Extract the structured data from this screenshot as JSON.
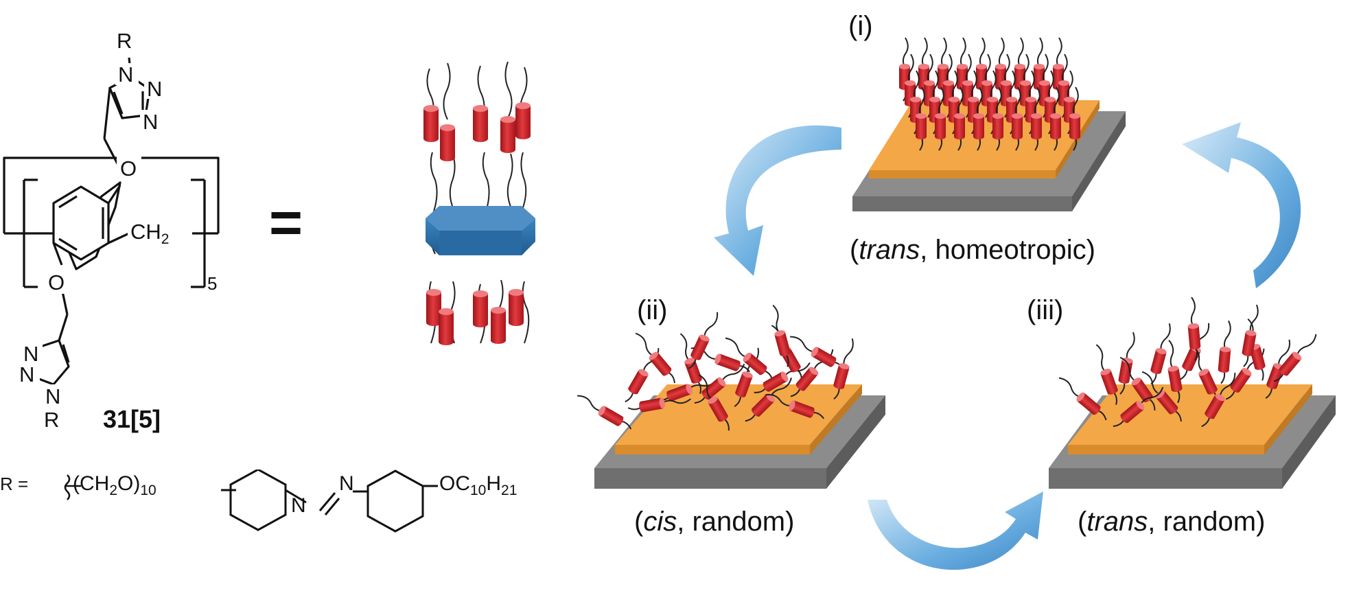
{
  "structure": {
    "compound_label": "31[5]",
    "repeat_subscript": "5",
    "r_label_top": "R",
    "r_label_bottom": "R",
    "n1_top": "N",
    "n2_top": "N",
    "n3_top": "N",
    "n1_bottom": "N",
    "n2_bottom": "N",
    "n3_bottom": "N",
    "oxygen_top": "O",
    "oxygen_bottom": "O",
    "bridge_text": "CH",
    "bridge_subscript": "2"
  },
  "r_group": {
    "prefix": "R =",
    "chain_text": "(CH",
    "chain_sub": "2",
    "chain_text2": "O)",
    "chain_count": "10",
    "azo_n1": "N",
    "azo_n2": "N",
    "tail_text": "OC",
    "tail_sub1": "10",
    "tail_text2": "H",
    "tail_sub2": "21"
  },
  "equals_sign": "=",
  "states": {
    "i": {
      "numeral": "(i)",
      "caption_italic": "trans",
      "caption_rest": ", homeotropic)",
      "caption_open": "("
    },
    "ii": {
      "numeral": "(ii)",
      "caption_italic": "cis",
      "caption_rest": ", random)",
      "caption_open": "("
    },
    "iii": {
      "numeral": "(iii)",
      "caption_italic": "trans",
      "caption_rest": ", random)",
      "caption_open": "("
    }
  },
  "colors": {
    "cylinder_red": "#d2232a",
    "cylinder_red_light": "#ee6a6a",
    "pillar_blue": "#2f6fa6",
    "pillar_blue_light": "#6fa6d4",
    "film_orange": "#f0a040",
    "substrate_gray": "#8a8a8a",
    "arrow_blue": "#5aa0d8"
  }
}
